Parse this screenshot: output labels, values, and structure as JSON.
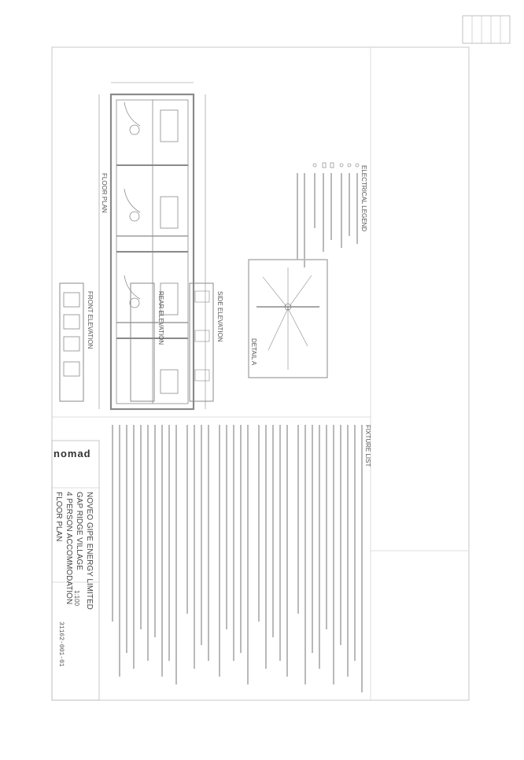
{
  "drawing": {
    "project_line_1": "NOVEO GIPE ENERGY LIMITED",
    "project_line_2": "GAP RIDGE VILLAGE",
    "project_line_3": "4 PERSON ACCOMMODATION",
    "project_line_4": "FLOOR PLAN",
    "scale": "1:100",
    "drawing_number": "31162-001-01",
    "company": "nomad",
    "labels": {
      "floor_plan": "FLOOR PLAN",
      "front_elevation": "FRONT ELEVATION",
      "rear_elevation": "REAR ELEVATION",
      "side_elevation": "SIDE ELEVATION",
      "detail_a": "DETAIL A",
      "electrical_legend": "ELECTRICAL LEGEND",
      "fixture_list": "FIXTURE LIST"
    }
  }
}
